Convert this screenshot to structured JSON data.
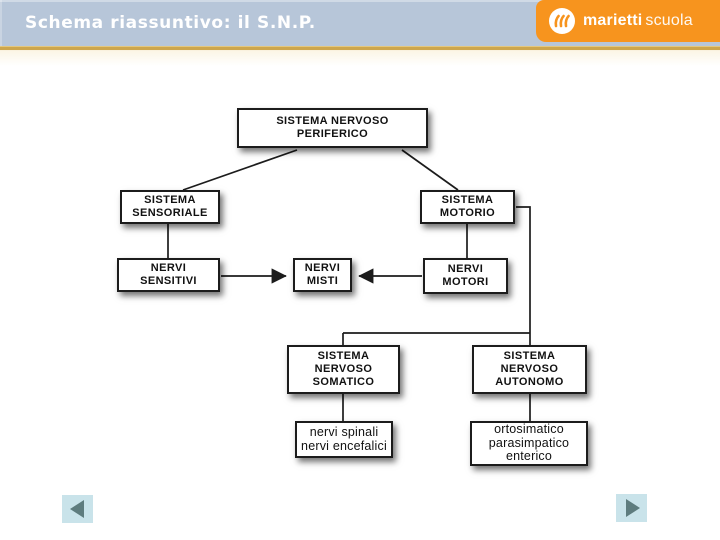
{
  "slide": {
    "title": "Schema riassuntivo: il S.N.P."
  },
  "logo": {
    "brand": "marietti",
    "suffix": "scuola",
    "icon": "marietti-m-icon"
  },
  "diagram": {
    "nodes": [
      {
        "id": "sistema-nervoso-periferico",
        "label": "SISTEMA NERVOSO\nPERIFERICO"
      },
      {
        "id": "sistema-sensoriale",
        "label": "SISTEMA\nSENSORIALE"
      },
      {
        "id": "sistema-motorio",
        "label": "SISTEMA\nMOTORIO"
      },
      {
        "id": "nervi-sensitivi",
        "label": "NERVI\nSENSITIVI"
      },
      {
        "id": "nervi-misti",
        "label": "NERVI\nMISTI"
      },
      {
        "id": "nervi-motori",
        "label": "NERVI\nMOTORI"
      },
      {
        "id": "sistema-nervoso-somatico",
        "label": "SISTEMA\nNERVOSO\nSOMATICO"
      },
      {
        "id": "sistema-nervoso-autonomo",
        "label": "SISTEMA\nNERVOSO\nAUTONOMO"
      },
      {
        "id": "nervi-spinali-encefalici",
        "label": "nervi spinali\nnervi encefalici"
      },
      {
        "id": "componenti-autonomo",
        "label": "ortosimatico\nparasimpatico\nenterico"
      }
    ],
    "edges": [
      {
        "from": "sistema-nervoso-periferico",
        "to": "sistema-sensoriale",
        "arrow": false
      },
      {
        "from": "sistema-nervoso-periferico",
        "to": "sistema-motorio",
        "arrow": false
      },
      {
        "from": "sistema-sensoriale",
        "to": "nervi-sensitivi",
        "arrow": false
      },
      {
        "from": "sistema-motorio",
        "to": "nervi-motori",
        "arrow": false
      },
      {
        "from": "nervi-sensitivi",
        "to": "nervi-misti",
        "arrow": true
      },
      {
        "from": "nervi-motori",
        "to": "nervi-misti",
        "arrow": true
      },
      {
        "from": "sistema-motorio",
        "to": "sistema-nervoso-somatico",
        "arrow": false
      },
      {
        "from": "sistema-motorio",
        "to": "sistema-nervoso-autonomo",
        "arrow": false
      },
      {
        "from": "sistema-nervoso-somatico",
        "to": "nervi-spinali-encefalici",
        "arrow": false
      },
      {
        "from": "sistema-nervoso-autonomo",
        "to": "componenti-autonomo",
        "arrow": false
      }
    ]
  },
  "navigation": {
    "prev_icon": "previous-arrow-icon",
    "next_icon": "next-arrow-icon"
  },
  "colors": {
    "header_bg": "#b7c6d9",
    "rule_gold": "#cda64d",
    "logo_bg": "#f7941e",
    "title_text": "#ffffff",
    "box_border": "#1c1c1c",
    "nav_button_bg": "#c9e3ea",
    "nav_arrow": "#5e7c7e"
  }
}
